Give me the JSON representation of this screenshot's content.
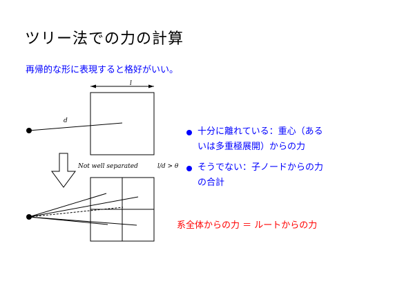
{
  "slide": {
    "title": "ツリー法での力の計算",
    "subtitle": "再帰的な形に表現すると格好がいい。",
    "diagram": {
      "width_label": "l",
      "distance_label": "d",
      "separation_label": "Not well separated",
      "criterion_label": "l/d > θ"
    },
    "bullets": [
      "十分に離れている：重心（あるいは多重極展開）からの力",
      "そうでない：子ノードからの力の合計"
    ],
    "conclusion": "系全体からの力 ＝ ルートからの力",
    "colors": {
      "title": "#000000",
      "accent_blue": "#0000ff",
      "accent_red": "#ff0000"
    }
  }
}
